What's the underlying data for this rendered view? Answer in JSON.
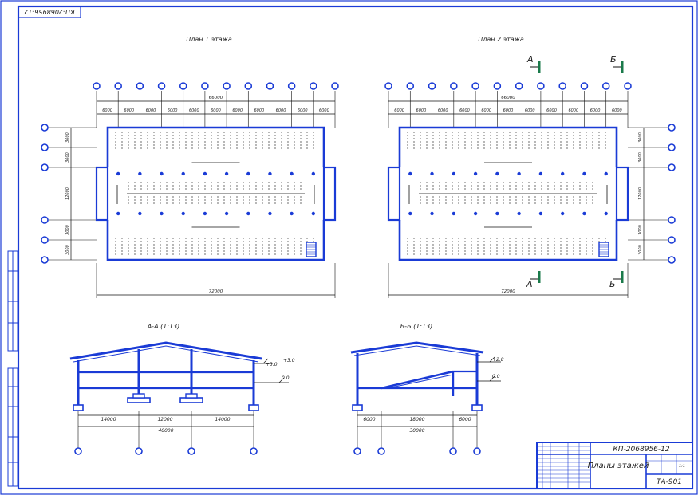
{
  "drawing": {
    "code_stamp": "КП-2068956-12",
    "title_code": "КП-2068956-12",
    "sheet_title": "Планы этажей",
    "sheet_no": "ТА-901",
    "sheet_page": "1:1",
    "accent_color": "#1a3bd6",
    "section_marker_color": "#1a7a4a"
  },
  "plan1": {
    "title": "План 1 этажа",
    "top_total": "66000",
    "top_dims": [
      "6000",
      "6000",
      "6000",
      "6000",
      "6000",
      "6000",
      "6000",
      "6000",
      "6000",
      "6000",
      "6000"
    ],
    "side_dims": [
      "3000",
      "3000",
      "12000",
      "3000",
      "3000"
    ],
    "bottom_total": "72000"
  },
  "plan2": {
    "title": "План 2 этажа",
    "top_total": "66000",
    "top_dims": [
      "6000",
      "6000",
      "6000",
      "6000",
      "6000",
      "6000",
      "6000",
      "6000",
      "6000",
      "6000",
      "6000"
    ],
    "side_dims": [
      "3000",
      "3000",
      "12000",
      "3000",
      "3000"
    ],
    "bottom_total": "72000"
  },
  "section_aa": {
    "title": "А-А (1:13)",
    "marker": "А",
    "dims": [
      "14000",
      "12000",
      "14000"
    ],
    "total": "40000",
    "elev_top": "+3.0",
    "elev_zero": "0.0"
  },
  "section_bb": {
    "title": "Б-Б (1:13)",
    "marker": "Б",
    "dims": [
      "6000",
      "18000",
      "6000"
    ],
    "total": "30000",
    "elev_top": "+2.8",
    "elev_zero": "0.0"
  }
}
